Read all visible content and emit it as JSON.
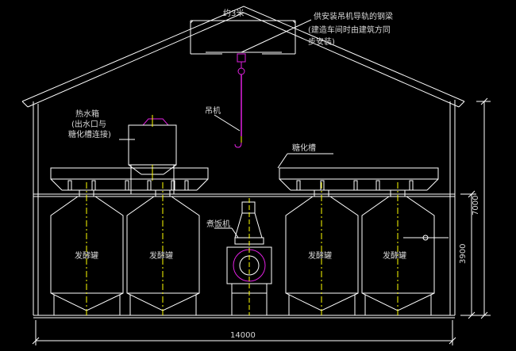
{
  "drawing": {
    "labels": {
      "span_top": "约3米",
      "beam_note_line1": "供安装吊机导轨的钢梁",
      "beam_note_line2": "(建造车间时由建筑方同",
      "beam_note_line3": "步安装)",
      "hoist": "吊机",
      "hot_water_line1": "热水箱",
      "hot_water_line2": "(出水口与",
      "hot_water_line3": "糖化槽连接)",
      "saccharification": "糖化槽",
      "rice_cooker": "煮饭机",
      "tank1": "发酵罐",
      "tank2": "发酵罐",
      "tank3": "发酵罐",
      "tank4": "发酵罐"
    },
    "dimensions": {
      "total_width": "14000",
      "total_height": "7000",
      "floor_height": "3900"
    },
    "colors": {
      "lines": "#ffffff",
      "centerline": "#ffff00",
      "accent": "#e020e0",
      "dim": "#d8d8d8"
    }
  }
}
